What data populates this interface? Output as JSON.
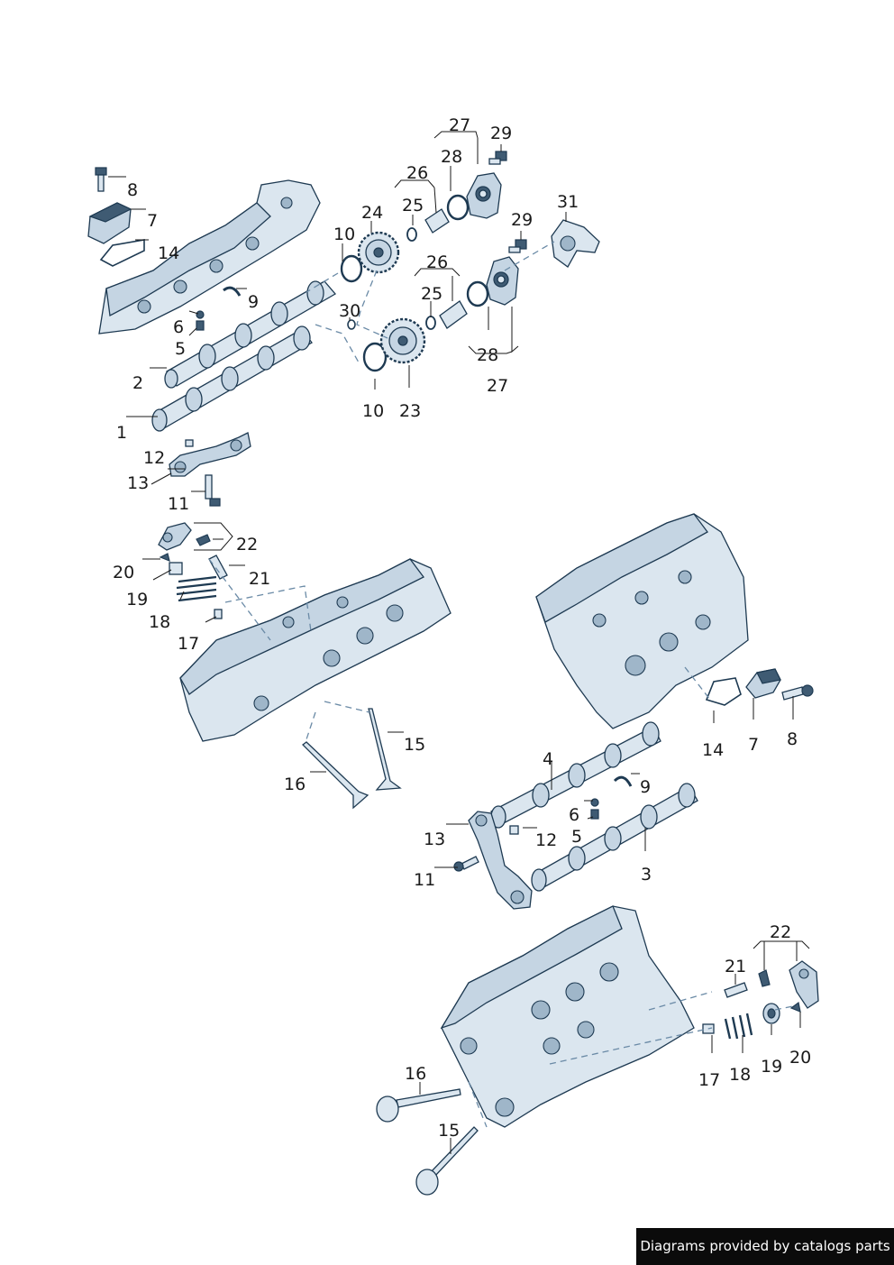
{
  "credit": "Diagrams provided by catalogs parts",
  "callouts": [
    "1",
    "2",
    "3",
    "4",
    "5",
    "6",
    "7",
    "8",
    "9",
    "10",
    "11",
    "12",
    "13",
    "14",
    "15",
    "16",
    "17",
    "18",
    "19",
    "20",
    "21",
    "22",
    "23",
    "24",
    "25",
    "26",
    "27",
    "28",
    "29",
    "30",
    "31"
  ],
  "colors": {
    "line": "#1e3a52",
    "fill": "#dbe6ef",
    "shade": "#c5d5e3",
    "leader": "#1a1a1a",
    "dashed": "#6a8aa6",
    "credit_bg": "#0b0b0b"
  }
}
